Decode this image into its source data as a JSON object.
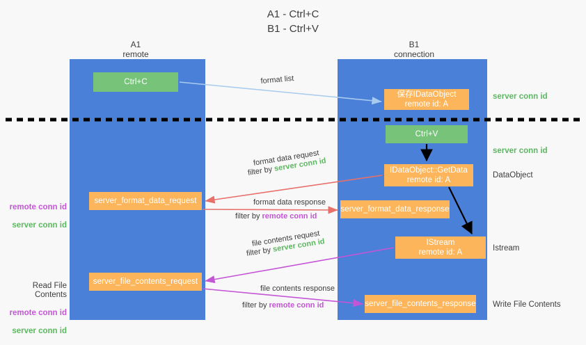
{
  "title": "A1 - Ctrl+C\nB1 - Ctrl+V",
  "columns": {
    "a1": "A1\nremote",
    "b1": "B1\nconnection"
  },
  "boxes": {
    "ctrl_c": "Ctrl+C",
    "idataobject": "保存IDataObject\nremote id: A",
    "ctrl_v": "Ctrl+V",
    "getdata": "IDataObject::GetData\nremote id: A",
    "server_format_data_request": "server_format_data_request",
    "server_format_data_response": "server_format_data_response",
    "istream": "IStream\nremote id: A",
    "server_file_contents_request": "server_file_contents_request",
    "server_file_contents_response": "server_file_contents_response"
  },
  "annotations": {
    "server_conn_id_top": "server conn id",
    "server_conn_id_mid": "server conn id",
    "dataobject": "DataObject",
    "istream": "Istream",
    "write_file_contents": "Write File Contents",
    "read_file_contents": "Read File Contents",
    "remote_conn_id": "remote conn id",
    "server_conn_id": "server conn id"
  },
  "edges": {
    "format_list": "format list",
    "format_data_request": "format data request",
    "format_data_request_filter_prefix": "filter by ",
    "format_data_request_filter_key": "server conn id",
    "format_data_response": "format data response",
    "format_data_response_filter_prefix": "filter by ",
    "format_data_response_filter_key": "remote conn id",
    "file_contents_request": "file contents request",
    "file_contents_request_filter_prefix": "filter by ",
    "file_contents_request_filter_key": "server conn id",
    "file_contents_response": "file contents response",
    "file_contents_response_filter_prefix": "filter by ",
    "file_contents_response_filter_key": "remote conn id"
  },
  "colors": {
    "lane": "#4a80d8",
    "green_box": "#77c37a",
    "orange_box": "#fcb55a",
    "green_text": "#5cb860",
    "magenta_text": "#c455d6",
    "arrow_blue": "#a9ccee",
    "arrow_red": "#e8706a",
    "arrow_magenta": "#c455d6",
    "arrow_black": "#000000",
    "background": "#f8f8f8"
  }
}
